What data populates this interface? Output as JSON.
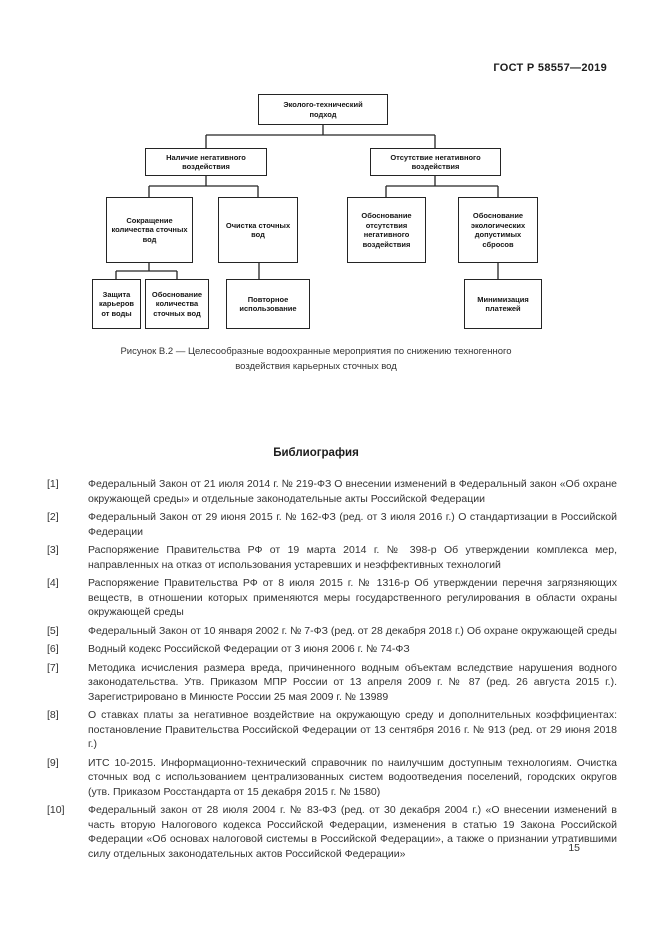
{
  "header": {
    "doc_code": "ГОСТ Р 58557—2019"
  },
  "flowchart": {
    "nodes": [
      {
        "id": "approach",
        "label": "Эколого-технический подход",
        "parent": null
      },
      {
        "id": "presence-impact",
        "label": "Наличие негативного воздействия",
        "parent": "approach"
      },
      {
        "id": "absence-impact",
        "label": "Отсутствие негативного воздействия",
        "parent": "approach"
      },
      {
        "id": "reduce-wastewater",
        "label": "Сокращение количества сточных вод",
        "parent": "presence-impact"
      },
      {
        "id": "treat-wastewater",
        "label": "Очистка сточных вод",
        "parent": "presence-impact"
      },
      {
        "id": "justify-absence",
        "label": "Обоснование отсутствия негативного воздействия",
        "parent": "absence-impact"
      },
      {
        "id": "justify-discharges",
        "label": "Обоснование экологических допустимых сбросов",
        "parent": "absence-impact"
      },
      {
        "id": "protect-quarries",
        "label": "Защита карьеров от воды",
        "parent": "reduce-wastewater"
      },
      {
        "id": "justify-quantity",
        "label": "Обоснование количества сточных вод",
        "parent": "reduce-wastewater"
      },
      {
        "id": "reuse",
        "label": "Повторное использование",
        "parent": "treat-wastewater"
      },
      {
        "id": "minimize-payments",
        "label": "Минимизация платежей",
        "parent": "justify-discharges"
      }
    ]
  },
  "figure": {
    "caption": "Рисунок В.2 — Целесообразные водоохранные мероприятия по снижению техногенного воздействия карьерных сточных вод"
  },
  "bibliography": {
    "title": "Библиография",
    "entries": [
      {
        "num": "[1]",
        "text": "Федеральный Закон от 21 июля 2014 г. № 219-ФЗ О внесении изменений в Федеральный закон «Об охране окружающей среды» и отдельные законодательные акты Российской Федерации"
      },
      {
        "num": "[2]",
        "text": "Федеральный Закон от 29 июня 2015 г. № 162-ФЗ (ред. от 3 июля 2016 г.) О стандартизации в Российской Федерации"
      },
      {
        "num": "[3]",
        "text": "Распоряжение Правительства РФ от 19 марта 2014 г. № 398-р Об утверждении комплекса мер, направленных на отказ от использования устаревших и неэффективных технологий"
      },
      {
        "num": "[4]",
        "text": "Распоряжение Правительства РФ от 8 июля 2015 г. № 1316-р Об утверждении перечня загрязняющих веществ, в отношении которых применяются меры государственного регулирования в области охраны окружающей среды"
      },
      {
        "num": "[5]",
        "text": "Федеральный Закон от 10 января 2002 г. № 7-ФЗ (ред. от 28 декабря 2018 г.) Об охране окружающей среды"
      },
      {
        "num": "[6]",
        "text": "Водный кодекс Российской Федерации от 3 июня 2006 г. № 74-ФЗ"
      },
      {
        "num": "[7]",
        "text": "Методика исчисления размера вреда, причиненного водным объектам вследствие нарушения водного законодательства. Утв. Приказом МПР России от 13 апреля 2009 г. № 87 (ред. 26 августа 2015 г.). Зарегистрировано в Минюсте России 25 мая 2009 г. № 13989"
      },
      {
        "num": "[8]",
        "text": "О ставках платы за негативное воздействие на окружающую среду и дополнительных коэффициентах: постановление Правительства Российской Федерации от 13 сентября 2016 г. № 913 (ред. от 29 июня 2018 г.)"
      },
      {
        "num": "[9]",
        "text": "ИТС 10-2015. Информационно-технический справочник по наилучшим доступным технологиям. Очистка сточных вод с использованием централизованных систем водоотведения поселений, городских округов (утв. Приказом Росстандарта от 15 декабря 2015 г. № 1580)"
      },
      {
        "num": "[10]",
        "text": "Федеральный закон от 28 июля 2004 г. № 83-ФЗ (ред. от 30 декабря 2004 г.) «О внесении изменений в часть вторую Налогового кодекса Российской Федерации, изменения в статью 19 Закона Российской Федерации «Об основах налоговой системы в Российской Федерации», а также о признании утратившими силу отдельных законодательных актов Российской Федерации»"
      }
    ]
  },
  "footer": {
    "page_number": "15"
  }
}
